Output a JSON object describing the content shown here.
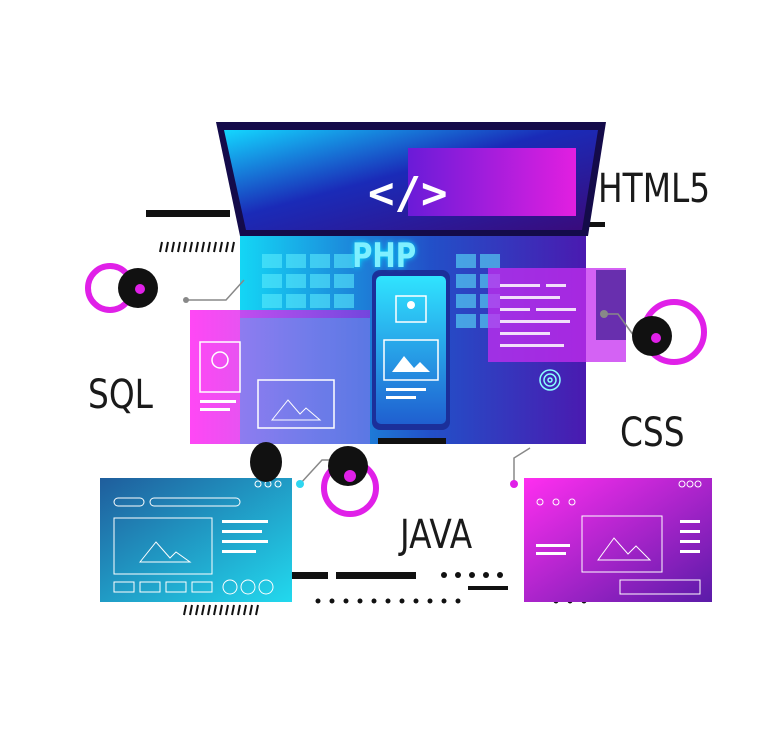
{
  "labels": {
    "sql": "SQL",
    "html5": "HTML5",
    "css": "CSS",
    "java": "JAVA",
    "php": "PHP",
    "code": "</>"
  },
  "colors": {
    "cyan": "#00e5ff",
    "magenta": "#e020e8",
    "purple": "#7a1fd0",
    "navy": "#1b1260",
    "black": "#111111"
  },
  "icons": [
    "code-icon",
    "user-icon",
    "image-icon",
    "fingerprint-icon",
    "connector-node-icon"
  ]
}
